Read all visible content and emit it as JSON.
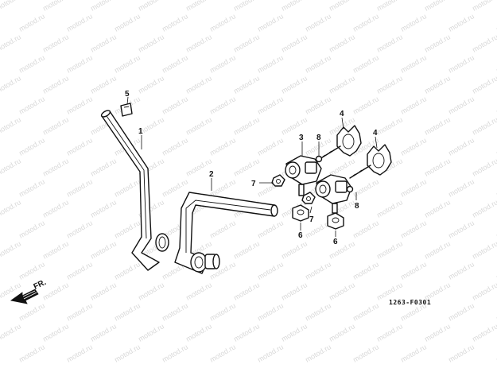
{
  "watermark": "motod.ru",
  "direction_label": "FR.",
  "drawing_code": "1263-F0301",
  "callouts": {
    "p1": "1",
    "p2": "2",
    "p3": "3",
    "p4a": "4",
    "p4b": "4",
    "p5": "5",
    "p6a": "6",
    "p6b": "6",
    "p7a": "7",
    "p7b": "7",
    "p8a": "8",
    "p8b": "8"
  }
}
